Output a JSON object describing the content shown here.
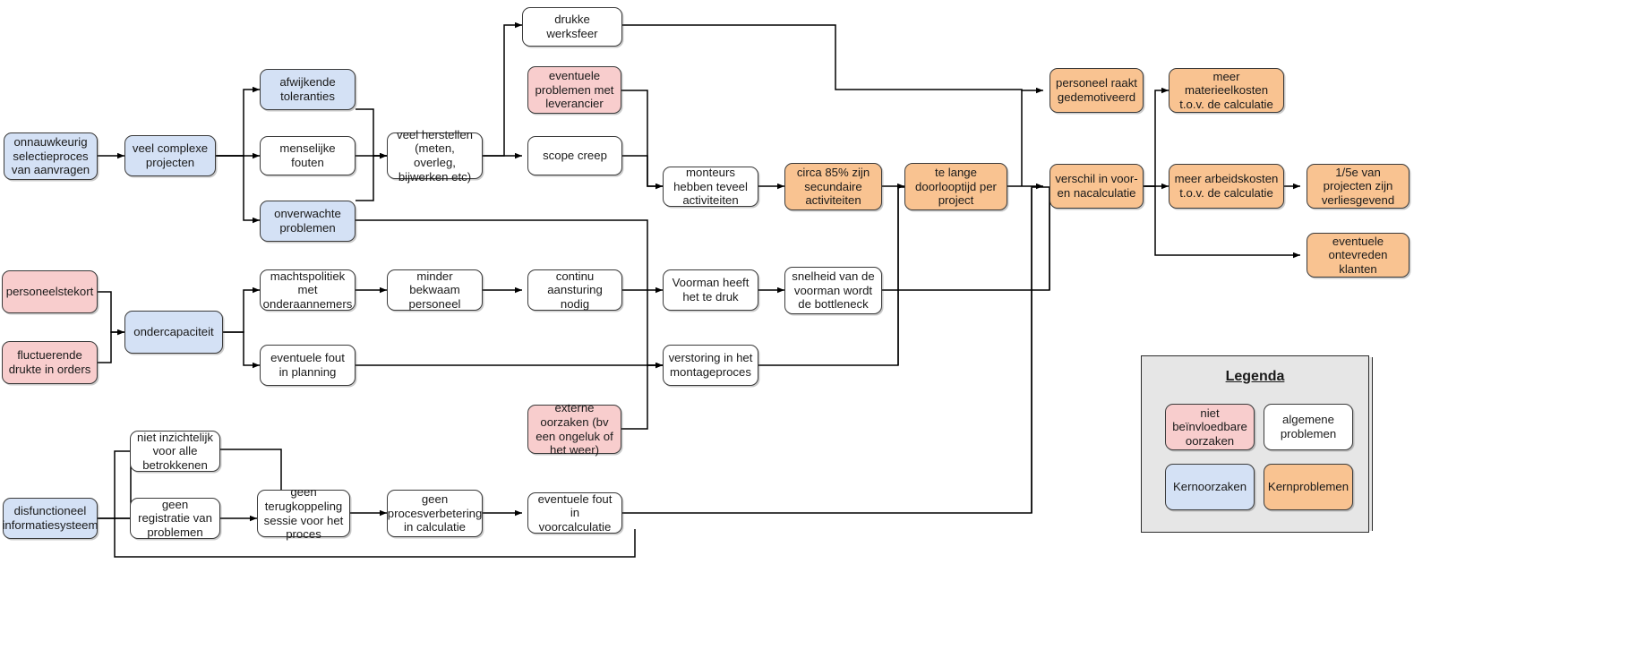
{
  "diagram": {
    "type": "cause-effect-flowchart",
    "language": "nl",
    "colors": {
      "kernoorzaken": "#d4e1f5",
      "niet_beinvloedbare_oorzaken": "#f8cdcd",
      "algemene_problemen": "#ffffff",
      "kernproblemen": "#f9c391",
      "edge": "#000000",
      "legend_background": "#e6e6e6"
    },
    "nodes": [
      {
        "id": "onnauwkeurig",
        "label": "onnauwkeurig selectieproces van aanvragen",
        "category": "kernoorzaken"
      },
      {
        "id": "veelcomplexe",
        "label": "veel complexe projecten",
        "category": "kernoorzaken"
      },
      {
        "id": "afwijkende",
        "label": "afwijkende toleranties",
        "category": "kernoorzaken"
      },
      {
        "id": "menselijke",
        "label": "menselijke fouten",
        "category": "algemene_problemen"
      },
      {
        "id": "onverwachte",
        "label": "onverwachte problemen",
        "category": "kernoorzaken"
      },
      {
        "id": "veelherstellen",
        "label": "veel herstellen (meten, overleg, bijwerken etc)",
        "category": "algemene_problemen"
      },
      {
        "id": "drukke",
        "label": "drukke werksfeer",
        "category": "algemene_problemen"
      },
      {
        "id": "leverancier",
        "label": "eventuele problemen met leverancier",
        "category": "niet_beinvloedbare_oorzaken"
      },
      {
        "id": "scopecreep",
        "label": "scope creep",
        "category": "algemene_problemen"
      },
      {
        "id": "monteurs",
        "label": "monteurs hebben teveel activiteiten",
        "category": "algemene_problemen"
      },
      {
        "id": "circa85",
        "label": "circa 85% zijn secundaire activiteiten",
        "category": "kernproblemen"
      },
      {
        "id": "telange",
        "label": "te lange doorlooptijd per project",
        "category": "kernproblemen"
      },
      {
        "id": "personeelraakt",
        "label": "personeel raakt gedemotiveerd",
        "category": "kernproblemen"
      },
      {
        "id": "verschil",
        "label": "verschil in voor- en nacalculatie",
        "category": "kernproblemen"
      },
      {
        "id": "materieelkosten",
        "label": "meer materieelkosten t.o.v. de calculatie",
        "category": "kernproblemen"
      },
      {
        "id": "arbeidskosten",
        "label": "meer arbeidskosten t.o.v. de calculatie",
        "category": "kernproblemen"
      },
      {
        "id": "verliesgevend",
        "label": "1/5e van projecten zijn verliesgevend",
        "category": "kernproblemen"
      },
      {
        "id": "ontevreden",
        "label": "eventuele ontevreden klanten",
        "category": "kernproblemen"
      },
      {
        "id": "personeelstekort",
        "label": "personeelstekort",
        "category": "niet_beinvloedbare_oorzaken"
      },
      {
        "id": "fluctuerende",
        "label": "fluctuerende drukte in orders",
        "category": "niet_beinvloedbare_oorzaken"
      },
      {
        "id": "ondercapaciteit",
        "label": "ondercapaciteit",
        "category": "kernoorzaken"
      },
      {
        "id": "machtspolitiek",
        "label": "machtspolitiek met onderaannemers",
        "category": "algemene_problemen"
      },
      {
        "id": "minderbekwaam",
        "label": "minder bekwaam personeel",
        "category": "algemene_problemen"
      },
      {
        "id": "continu",
        "label": "continu aansturing nodig",
        "category": "algemene_problemen"
      },
      {
        "id": "voorman",
        "label": "Voorman heeft het te druk",
        "category": "algemene_problemen"
      },
      {
        "id": "snelheid",
        "label": "snelheid van de voorman wordt de bottleneck",
        "category": "algemene_problemen"
      },
      {
        "id": "eventuelefout",
        "label": "eventuele fout in planning",
        "category": "algemene_problemen"
      },
      {
        "id": "verstoring",
        "label": "verstoring in het montageproces",
        "category": "algemene_problemen"
      },
      {
        "id": "externeoorzaken",
        "label": "externe oorzaken (bv een ongeluk of het weer)",
        "category": "niet_beinvloedbare_oorzaken"
      },
      {
        "id": "nietinzichtelijk",
        "label": "niet inzichtelijk voor alle betrokkenen",
        "category": "algemene_problemen"
      },
      {
        "id": "disfunctioneel",
        "label": "disfunctioneel informatiesysteem",
        "category": "kernoorzaken"
      },
      {
        "id": "geenregistratie",
        "label": "geen registratie van problemen",
        "category": "algemene_problemen"
      },
      {
        "id": "geenterugkoppeling",
        "label": "geen terugkoppeling sessie voor het proces",
        "category": "algemene_problemen"
      },
      {
        "id": "geenproces",
        "label": "geen procesverbetering in calculatie",
        "category": "algemene_problemen"
      },
      {
        "id": "eventuelefoutvoor",
        "label": "eventuele fout in voorcalculatie",
        "category": "algemene_problemen"
      }
    ],
    "edges": [
      {
        "from": "onnauwkeurig",
        "to": "veelcomplexe"
      },
      {
        "from": "veelcomplexe",
        "to": "afwijkende"
      },
      {
        "from": "veelcomplexe",
        "to": "menselijke"
      },
      {
        "from": "veelcomplexe",
        "to": "onverwachte"
      },
      {
        "from": "afwijkende",
        "to": "veelherstellen"
      },
      {
        "from": "menselijke",
        "to": "veelherstellen"
      },
      {
        "from": "onverwachte",
        "to": "veelherstellen"
      },
      {
        "from": "veelherstellen",
        "to": "drukke"
      },
      {
        "from": "veelherstellen",
        "to": "scopecreep"
      },
      {
        "from": "drukke",
        "to": "personeelraakt"
      },
      {
        "from": "leverancier",
        "to": "monteurs"
      },
      {
        "from": "scopecreep",
        "to": "monteurs"
      },
      {
        "from": "onverwachte",
        "to": "verstoring"
      },
      {
        "from": "monteurs",
        "to": "circa85"
      },
      {
        "from": "circa85",
        "to": "telange"
      },
      {
        "from": "telange",
        "to": "verschil"
      },
      {
        "from": "snelheid",
        "to": "telange"
      },
      {
        "from": "verstoring",
        "to": "telange"
      },
      {
        "from": "verschil",
        "to": "materieelkosten"
      },
      {
        "from": "verschil",
        "to": "arbeidskosten"
      },
      {
        "from": "verschil",
        "to": "ontevreden"
      },
      {
        "from": "arbeidskosten",
        "to": "verliesgevend"
      },
      {
        "from": "personeelstekort",
        "to": "ondercapaciteit"
      },
      {
        "from": "fluctuerende",
        "to": "ondercapaciteit"
      },
      {
        "from": "ondercapaciteit",
        "to": "machtspolitiek"
      },
      {
        "from": "ondercapaciteit",
        "to": "eventuelefout"
      },
      {
        "from": "machtspolitiek",
        "to": "minderbekwaam"
      },
      {
        "from": "minderbekwaam",
        "to": "continu"
      },
      {
        "from": "continu",
        "to": "voorman"
      },
      {
        "from": "voorman",
        "to": "snelheid"
      },
      {
        "from": "eventuelefout",
        "to": "verstoring"
      },
      {
        "from": "externeoorzaken",
        "to": "verstoring"
      },
      {
        "from": "disfunctioneel",
        "to": "nietinzichtelijk"
      },
      {
        "from": "disfunctioneel",
        "to": "geenregistratie"
      },
      {
        "from": "disfunctioneel",
        "to": "nietinzichtelijk-loop"
      },
      {
        "from": "nietinzichtelijk",
        "to": "geenterugkoppeling"
      },
      {
        "from": "geenregistratie",
        "to": "geenterugkoppeling"
      },
      {
        "from": "geenterugkoppeling",
        "to": "geenproces"
      },
      {
        "from": "geenproces",
        "to": "eventuelefoutvoor"
      },
      {
        "from": "eventuelefoutvoor",
        "to": "verschil"
      }
    ]
  },
  "legend": {
    "title": "Legenda",
    "items": [
      {
        "label": "niet beïnvloedbare oorzaken",
        "color": "#f8cdcd"
      },
      {
        "label": "algemene problemen",
        "color": "#ffffff"
      },
      {
        "label": "Kernoorzaken",
        "color": "#d4e1f5"
      },
      {
        "label": "Kernproblemen",
        "color": "#f9c391"
      }
    ]
  }
}
